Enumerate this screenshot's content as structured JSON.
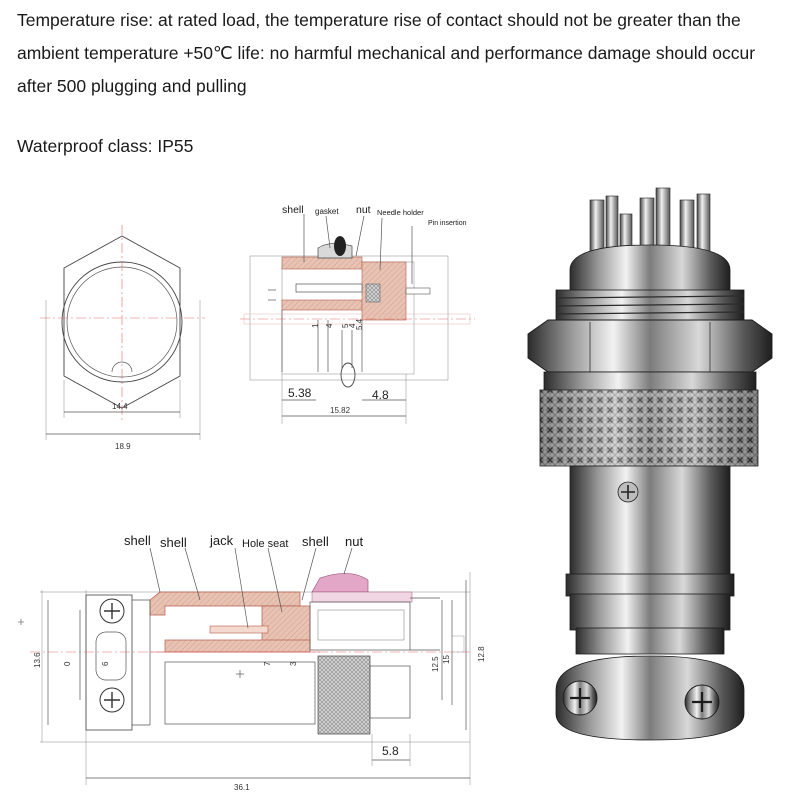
{
  "specs": {
    "temperature": "Temperature rise: at rated load, the temperature rise of contact should not be greater than the ambient temperature +50℃ life: no harmful mechanical and performance damage should occur after 500 plugging and pulling",
    "waterproof": "Waterproof class: IP55"
  },
  "front_view": {
    "dim_inner": "14.4",
    "dim_outer": "18.9"
  },
  "socket_section": {
    "labels": {
      "shell": "shell",
      "gasket": "gasket",
      "nut": "nut",
      "needle_holder": "Needle holder",
      "pin_insertion": "Pin insertion"
    },
    "dims": {
      "left": "5.38",
      "right": "4.8",
      "total": "15.82",
      "small_1": "1",
      "small_4a": "4",
      "small_5": "5",
      "small_4b": "4",
      "small_54": "5.4"
    }
  },
  "plug_section": {
    "labels": {
      "shell1": "shell",
      "shell2": "shell",
      "jack": "jack",
      "hole_seat": "Hole seat",
      "shell3": "shell",
      "nut": "nut"
    },
    "dims": {
      "height_left": "13.6",
      "zero": "0",
      "six": "6",
      "seven": "7",
      "three": "3",
      "d125": "12.5",
      "d15": "15",
      "d128": "12.8",
      "d58": "5.8",
      "length": "36.1"
    }
  },
  "colors": {
    "section_fill": "#e8c3b3",
    "section_stroke": "#b65a4a",
    "centerline": "#e06a6a",
    "nut_pink": "#e2a6c6",
    "metal_dark": "#3a3a3a",
    "metal_light": "#e6e6e6"
  }
}
